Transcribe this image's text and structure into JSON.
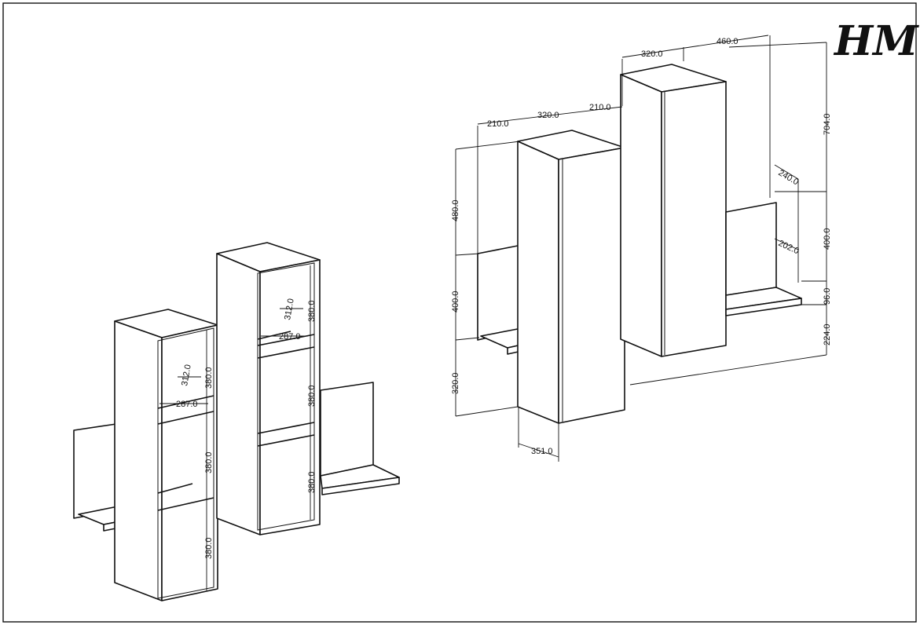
{
  "brand": {
    "logo_text": "HM"
  },
  "dimensions": {
    "left_group": {
      "top_depth": "312.0",
      "top_width": "287.0",
      "tall_top_h": "380.0",
      "tall_mid_h": "380.0",
      "tall_low_h": "380.0",
      "short_top_depth": "312.0",
      "short_top_width": "287.0",
      "short_top_h": "380.0",
      "short_mid_h": "380.0",
      "short_low_h": "380.0"
    },
    "right_group": {
      "top_left_210": "210.0",
      "top_mid_320": "320.0",
      "top_right_210": "210.0",
      "top2_320": "320.0",
      "top2_460": "460.0",
      "v_480": "480.0",
      "v_400": "400.0",
      "v_320": "320.0",
      "bottom_351": "351.0",
      "r_704": "704.0",
      "r_400": "400.0",
      "r_96": "96.0",
      "r_224": "224.0",
      "r_240": "240.0",
      "r_202": "202.0"
    }
  }
}
